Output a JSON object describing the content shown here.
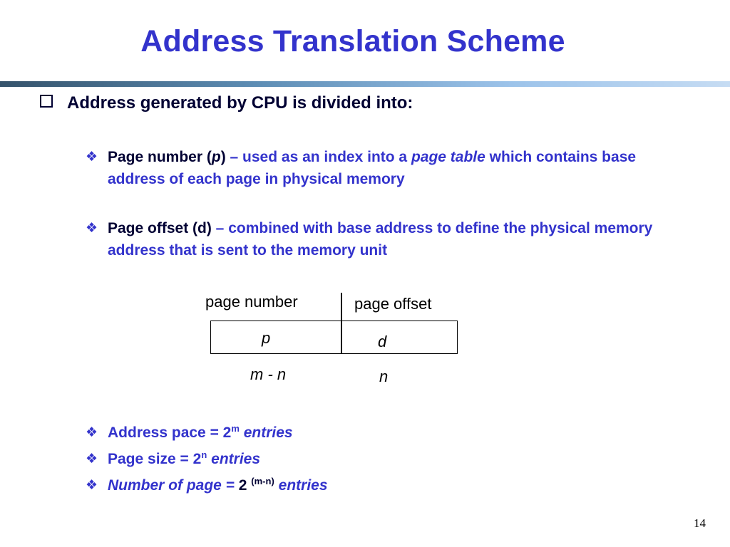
{
  "slide": {
    "title": "Address Translation Scheme",
    "page_number": "14"
  },
  "main_bullet": {
    "text": "Address generated by CPU is divided into:"
  },
  "items": {
    "page_number": {
      "label_a": "Page number (",
      "label_var": "p",
      "label_b": ")",
      "text_a": " – used as an index into a ",
      "text_em": "page table",
      "text_b": " which contains base address of each page in physical memory"
    },
    "page_offset": {
      "label": "Page offset (d)",
      "text": " – combined with base address to define the physical memory address that is sent to the memory unit"
    }
  },
  "diagram": {
    "header_left": "page number",
    "header_right": "page offset",
    "cell_left": "p",
    "cell_right": "d",
    "width_left": "m - n",
    "width_right": "n"
  },
  "formulas": {
    "address_space": {
      "text": "Address pace = 2",
      "exp": "m",
      "unit": "entries"
    },
    "page_size": {
      "text": "Page size = 2",
      "exp": "n",
      "unit": "entries"
    },
    "num_pages": {
      "text_em": "Number of page = ",
      "text": "2 ",
      "exp": "(m-n)",
      "unit": "entries"
    }
  }
}
